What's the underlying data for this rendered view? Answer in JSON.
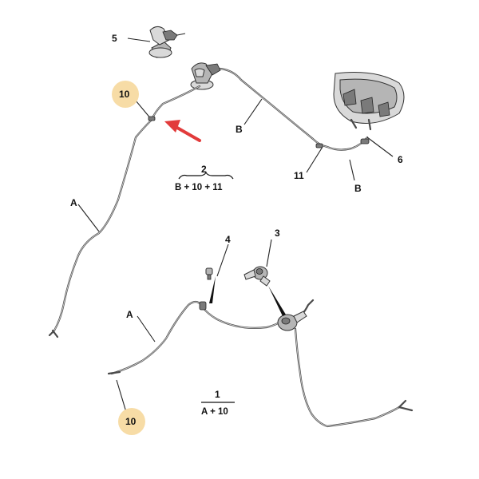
{
  "labels": {
    "part_5": "5",
    "part_10_top": "10",
    "part_10_bottom": "10",
    "hose_b_upper": "B",
    "hose_b_lower": "B",
    "part_11": "11",
    "part_6": "6",
    "hose_a_upper": "A",
    "hose_a_lower": "A",
    "part_4": "4",
    "part_3": "3"
  },
  "kits": {
    "kit_2": {
      "number": "2",
      "contents": "B + 10 + 11"
    },
    "kit_1": {
      "number": "1",
      "contents": "A + 10"
    }
  },
  "colors": {
    "highlight_circle": "#f7dca6",
    "arrow": "#e23b3b",
    "line": "#4a4a4a"
  }
}
